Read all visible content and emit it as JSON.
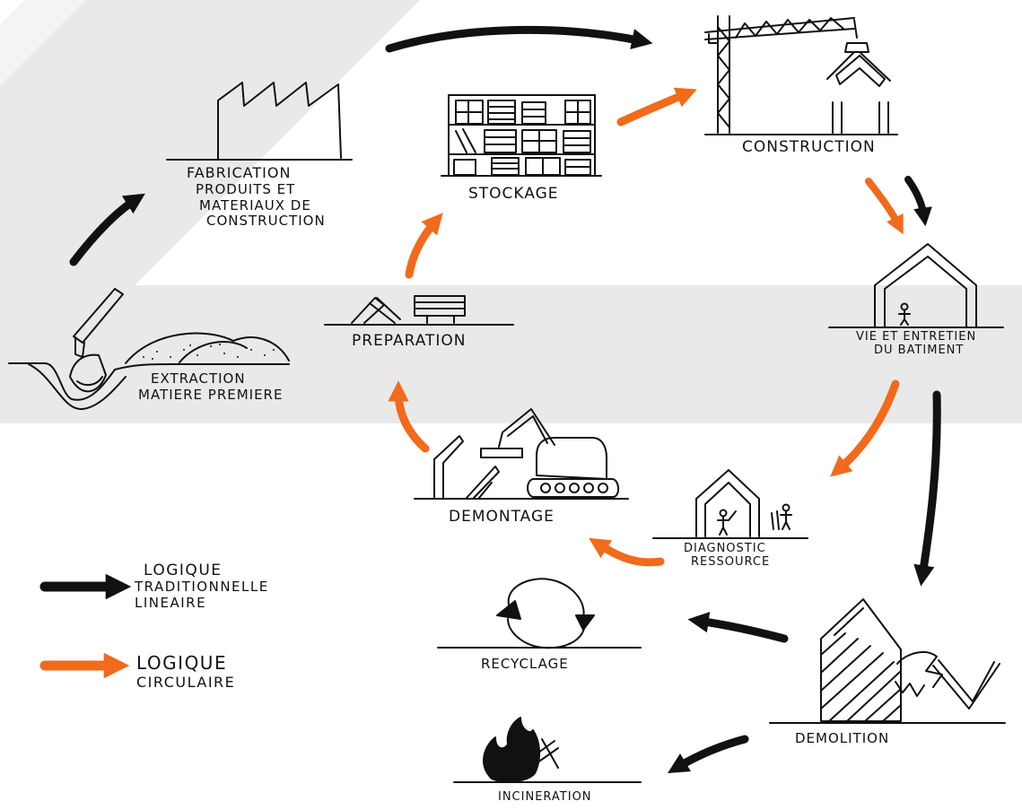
{
  "colors": {
    "linear": "#111111",
    "circular": "#f26a1b",
    "band": "#e9e9e9",
    "ink": "#111111"
  },
  "nodes": {
    "fabrication": [
      "FABRICATION",
      "PRODUITS ET",
      "MATERIAUX DE",
      "CONSTRUCTION"
    ],
    "stockage": [
      "STOCKAGE"
    ],
    "construction": [
      "CONSTRUCTION"
    ],
    "vie": [
      "VIE ET ENTRETIEN",
      "DU BATIMENT"
    ],
    "extraction": [
      "EXTRACTION",
      "MATIERE PREMIERE"
    ],
    "preparation": [
      "PREPARATION"
    ],
    "demontage": [
      "DEMONTAGE"
    ],
    "diagnostic": [
      "DIAGNOSTIC",
      "RESSOURCE"
    ],
    "recyclage": [
      "RECYCLAGE"
    ],
    "demolition": [
      "DEMOLITION"
    ],
    "incineration": [
      "INCINERATION"
    ]
  },
  "legend": {
    "linear": [
      "LOGIQUE",
      "TRADITIONNELLE",
      "LINEAIRE"
    ],
    "circular": [
      "LOGIQUE",
      "CIRCULAIRE"
    ]
  },
  "icons": [
    "factory-icon",
    "shelving-icon",
    "crane-icon",
    "house-person-icon",
    "excavation-icon",
    "preparation-icon",
    "excavator-icon",
    "house-inspectors-icon",
    "recycle-loop-icon",
    "demolition-icon",
    "fire-icon"
  ]
}
